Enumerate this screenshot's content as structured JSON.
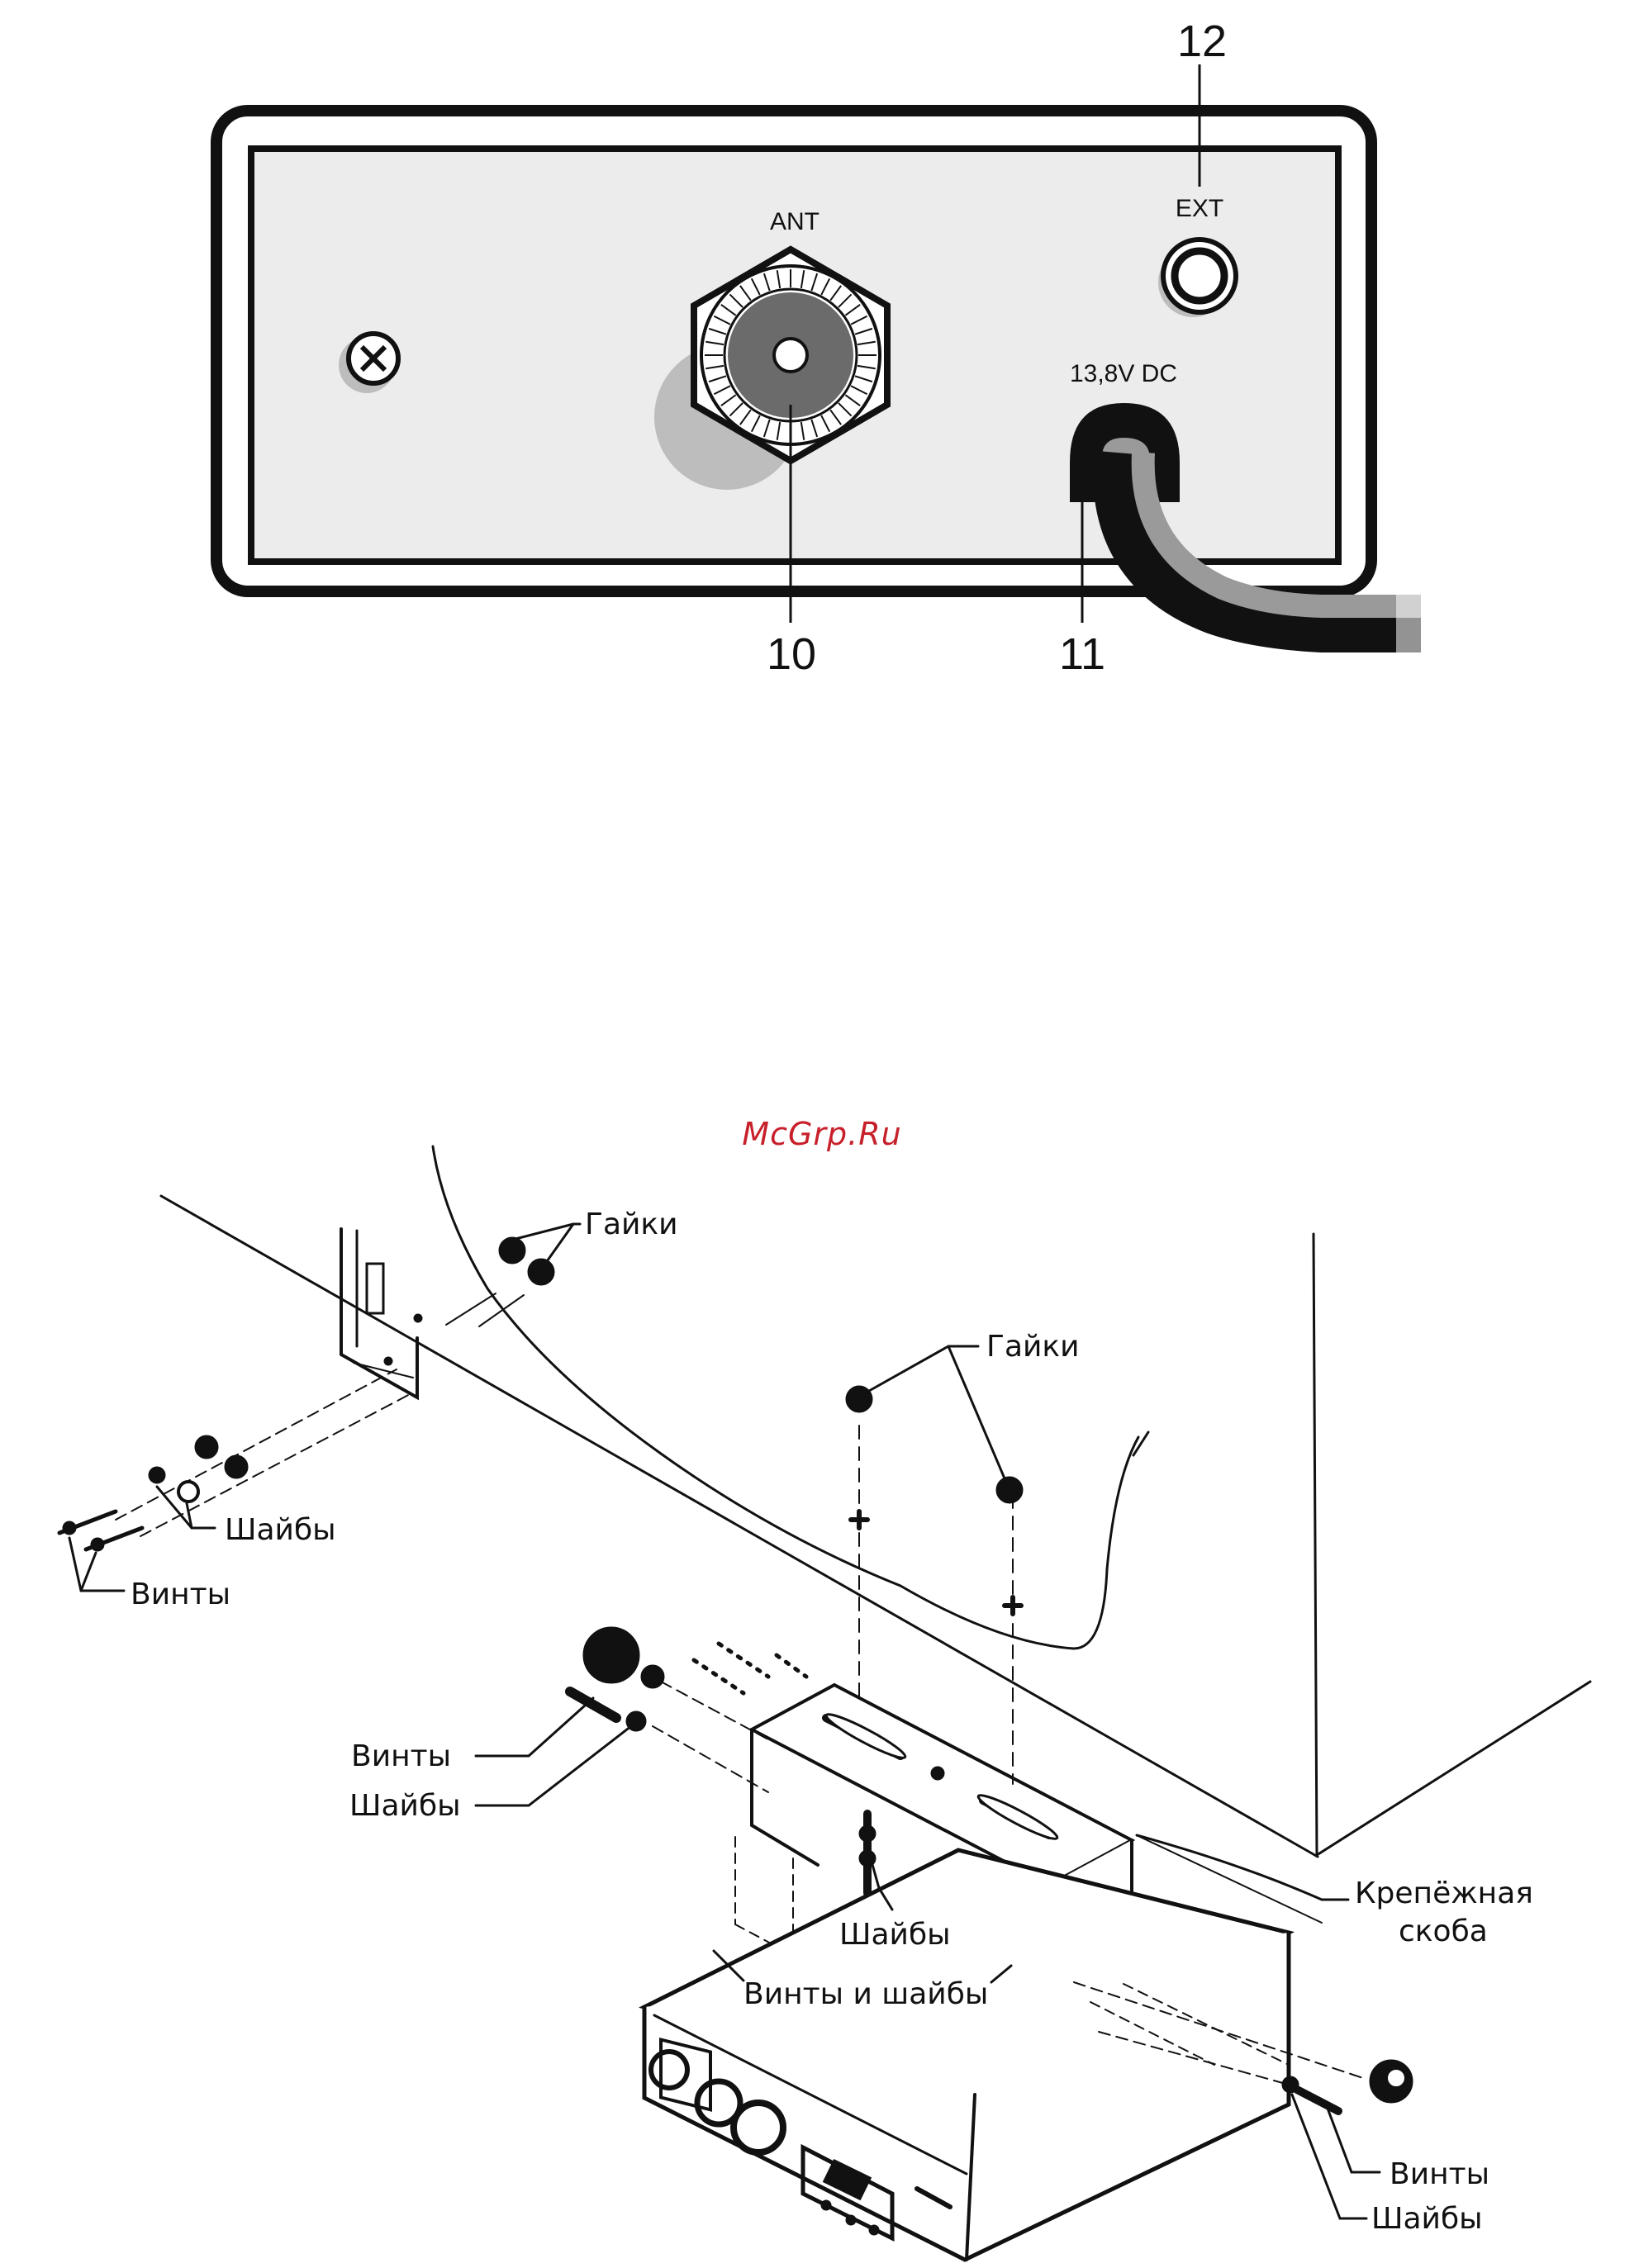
{
  "watermark": "McGrp.Ru",
  "panel": {
    "connectors": {
      "ant": "ANT",
      "ext": "EXT",
      "power": "13,8V DC"
    },
    "callouts": {
      "c10": "10",
      "c11": "11",
      "c12": "12"
    }
  },
  "mount": {
    "labels": {
      "nuts_left": "Гайки",
      "nuts_right": "Гайки",
      "washers_left": "Шайбы",
      "screws_left": "Винты",
      "screws_mid": "Винты",
      "washers_mid": "Шайбы",
      "bracket_line1": "Крепёжная",
      "bracket_line2": "скоба",
      "washers_center": "Шайбы",
      "screws_and_washers": "Винты и шайбы",
      "screws_right": "Винты",
      "washers_right": "Шайбы"
    }
  }
}
